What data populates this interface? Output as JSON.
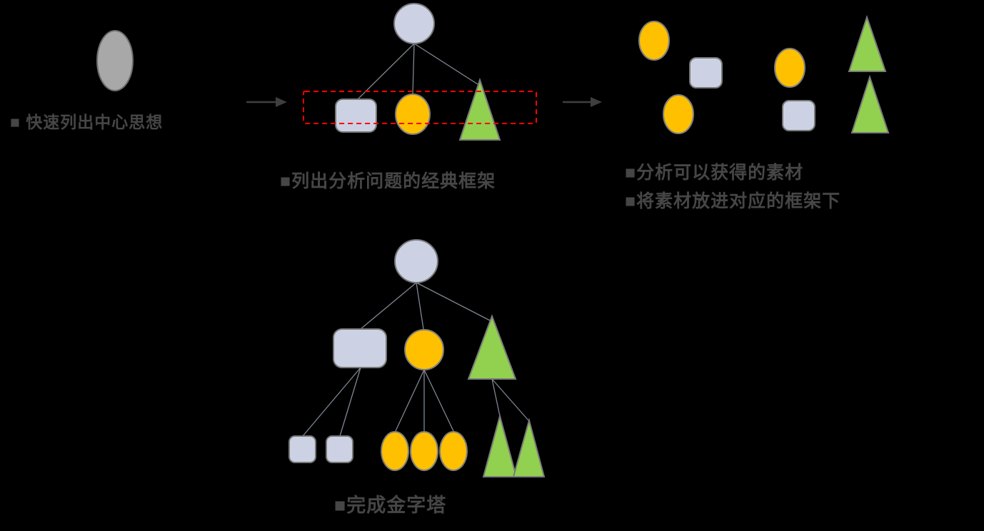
{
  "colors": {
    "background": "#000000",
    "shape_gray_fill": "#a8a8a8",
    "shape_gray_stroke": "#6e6e6e",
    "shape_blue_fill": "#ccd2e3",
    "shape_blue_stroke": "#777777",
    "shape_orange_fill": "#ffc000",
    "shape_orange_stroke": "#7f7f7f",
    "shape_green_fill": "#92d050",
    "shape_green_stroke": "#7a7a7a",
    "connector": "#7f8692",
    "arrow": "#3f3f3f",
    "dashed_box": "#ff0000",
    "text": "#464646"
  },
  "labels": {
    "step1": "■ 快速列出中心思想",
    "step2": "■列出分析问题的经典框架",
    "step3_line1": "■分析可以获得的素材",
    "step3_line2": "■将素材放进对应的框架下",
    "step4": "■完成金字塔"
  }
}
